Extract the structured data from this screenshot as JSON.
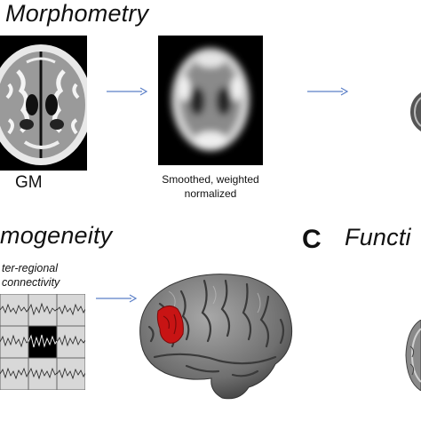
{
  "panel_a": {
    "title": "Morphometry",
    "gm_label": "GM",
    "smoothed_caption_line1": "Smoothed, weighted",
    "smoothed_caption_line2": "normalized"
  },
  "panel_b": {
    "title": "mogeneity",
    "subtitle_line1": "ter-regional",
    "subtitle_line2": "connectivity"
  },
  "panel_c": {
    "letter": "C",
    "title": "Functi"
  },
  "colors": {
    "arrow": "#5b7fc7",
    "roi": "#c81414",
    "cortex": "#7a7a7a"
  }
}
